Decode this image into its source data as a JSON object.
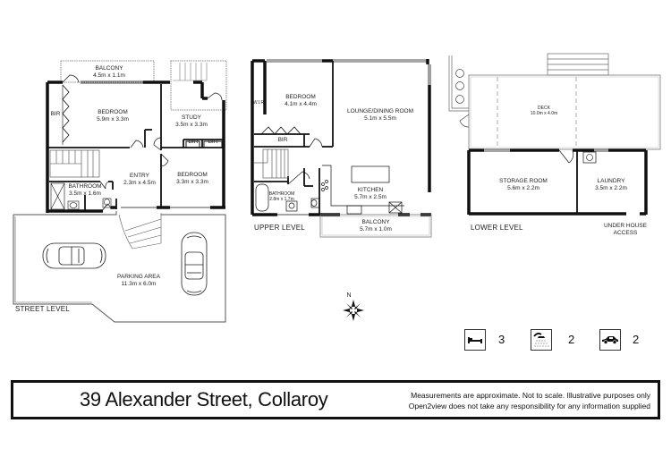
{
  "street_level": {
    "label": "STREET LEVEL",
    "rooms": [
      {
        "name": "BALCONY",
        "size": "4.5m x 1.1m"
      },
      {
        "name": "BIR",
        "size": ""
      },
      {
        "name": "BEDROOM",
        "size": "5.9m x 3.3m"
      },
      {
        "name": "STUDY",
        "size": "3.5m x 3.3m"
      },
      {
        "name": "BIR",
        "size": ""
      },
      {
        "name": "BIR",
        "size": ""
      },
      {
        "name": "ENTRY",
        "size": "2.3m x 4.5m"
      },
      {
        "name": "BEDROOM",
        "size": "3.3m x 3.3m"
      },
      {
        "name": "BATHROOM",
        "size": "3.5m x 1.6m"
      },
      {
        "name": "PARKING AREA",
        "size": "11.3m x 6.0m"
      }
    ]
  },
  "upper_level": {
    "label": "UPPER LEVEL",
    "rooms": [
      {
        "name": "W.I.R",
        "size": ""
      },
      {
        "name": "BEDROOM",
        "size": "4.1m x 4.4m"
      },
      {
        "name": "BIR",
        "size": ""
      },
      {
        "name": "LOUNGE/DINING ROOM",
        "size": "5.1m x 5.5m"
      },
      {
        "name": "KITCHEN",
        "size": "5.7m x 2.5m"
      },
      {
        "name": "BATHROOM",
        "size": "2.8m x 1.7m"
      },
      {
        "name": "BALCONY",
        "size": "5.7m x 1.0m"
      }
    ]
  },
  "lower_level": {
    "label": "LOWER LEVEL",
    "access_label": "UNDER HOUSE",
    "access_label2": "ACCESS",
    "rooms": [
      {
        "name": "DECK",
        "size": "10.0m x 4.0m"
      },
      {
        "name": "STORAGE ROOM",
        "size": "5.6m x 2.2m"
      },
      {
        "name": "LAUNDRY",
        "size": "3.5m x 2.2m"
      }
    ]
  },
  "compass": {
    "north_label": "N"
  },
  "features": [
    {
      "icon": "bed-icon",
      "count": "3"
    },
    {
      "icon": "shower-icon",
      "count": "2"
    },
    {
      "icon": "car-icon",
      "count": "2"
    }
  ],
  "footer": {
    "address": "39 Alexander Street, Collaroy",
    "disclaimer_line1": "Measurements are approximate. Not to scale. Illustrative purposes only",
    "disclaimer_line2": "Open2view does not take any responsibility for any information supplied"
  }
}
